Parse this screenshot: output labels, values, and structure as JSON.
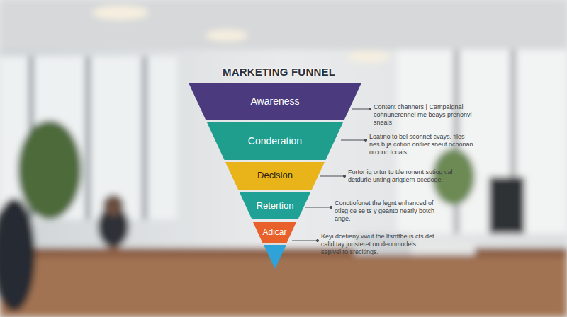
{
  "diagram": {
    "title": "MARKETING FUNNEL",
    "nodes": [
      {
        "text": [
          "Awareness"
        ]
      },
      {
        "text": [
          "Conderation"
        ]
      },
      {
        "text": [
          "Decision"
        ]
      },
      {
        "text": [
          "Retertion"
        ]
      },
      {
        "text": [
          "Adicar"
        ]
      }
    ],
    "labels": [
      "Content channers | Campaignal cohnunerennel rne beays prenonvl sneals",
      "Loatino to bel sconnet cvays. files nes b ja cotion ontlier sneut ocnonan orconc tcnais.",
      "Fortor ig ortur to ttle ronent sutiog cal detdurie unting arigtiern ocedoge.",
      "Conctiofonet the legnt enhanced of otlsg ce se ts y geanto nearly botch ange.",
      "Keyi dcetieny vwut the ltsrdthe is cts det calld tay jonsteret on deonmodels sepivel to srecitings."
    ]
  }
}
